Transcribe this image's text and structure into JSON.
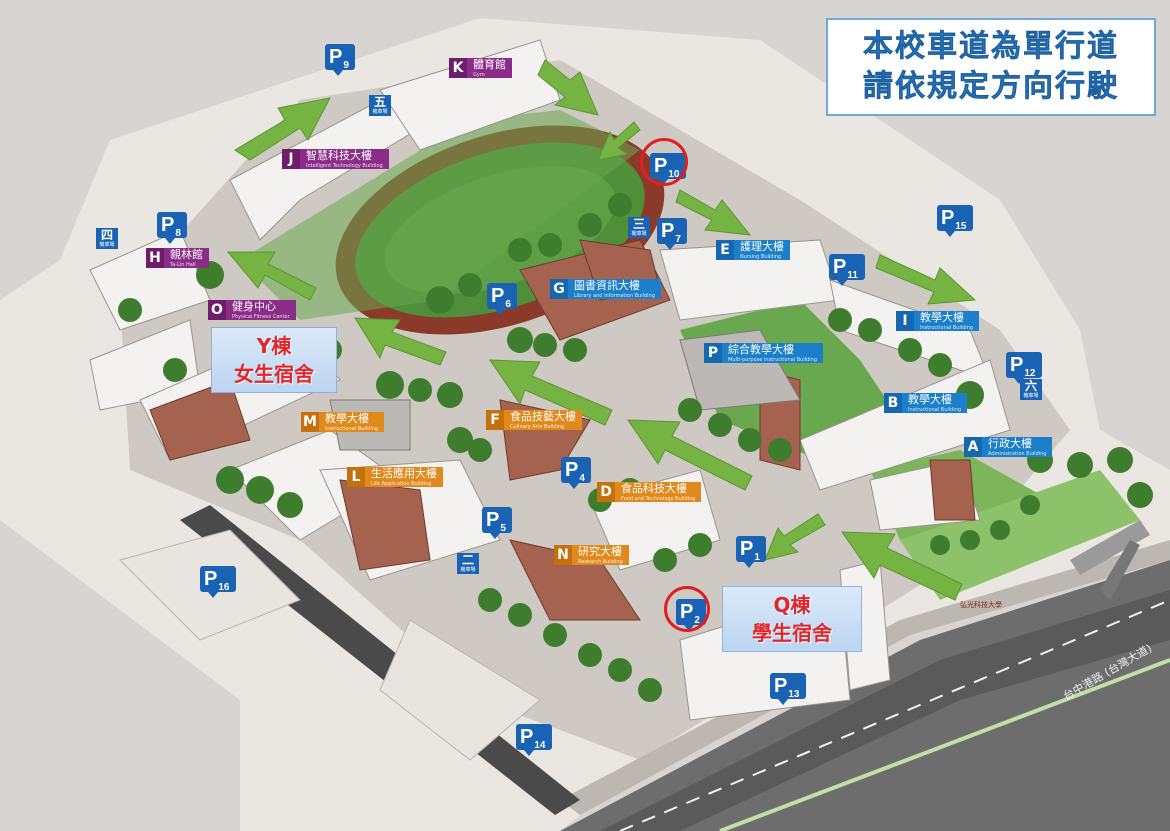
{
  "notice": {
    "line1": "本校車道為單行道",
    "line2": "請依規定方向行駛"
  },
  "colors": {
    "arrow": "#75b443",
    "parking": "#1a63b4",
    "purple": "#8b2d88",
    "blue": "#1b7fc9",
    "orange": "#e08a1e",
    "dorm_text": "#e0262a"
  },
  "parking": [
    {
      "id": "p1",
      "num": "1"
    },
    {
      "id": "p2",
      "num": "2"
    },
    {
      "id": "p4",
      "num": "4"
    },
    {
      "id": "p5",
      "num": "5"
    },
    {
      "id": "p6",
      "num": "6"
    },
    {
      "id": "p7",
      "num": "7"
    },
    {
      "id": "p8",
      "num": "8"
    },
    {
      "id": "p9",
      "num": "9"
    },
    {
      "id": "p10",
      "num": "10"
    },
    {
      "id": "p11",
      "num": "11"
    },
    {
      "id": "p12",
      "num": "12"
    },
    {
      "id": "p13",
      "num": "13"
    },
    {
      "id": "p14",
      "num": "14"
    },
    {
      "id": "p15",
      "num": "15"
    },
    {
      "id": "p16",
      "num": "16"
    }
  ],
  "parking_letter": "P",
  "buildings": {
    "K": {
      "code": "K",
      "name": "體育館",
      "sub": "Gym"
    },
    "J": {
      "code": "J",
      "name": "智慧科技大樓",
      "sub": "Intelligent Technology Building"
    },
    "H": {
      "code": "H",
      "name": "親林館",
      "sub": "Ta-Lin Hall"
    },
    "O": {
      "code": "O",
      "name": "健身中心",
      "sub": "Physical Fitness Center"
    },
    "G": {
      "code": "G",
      "name": "圖書資訊大樓",
      "sub": "Library and Information Building"
    },
    "E": {
      "code": "E",
      "name": "護理大樓",
      "sub": "Nursing Building"
    },
    "I": {
      "code": "I",
      "name": "教學大樓",
      "sub": "Instructional Building"
    },
    "P": {
      "code": "P",
      "name": "綜合教學大樓",
      "sub": "Multi-purpose Instructional Building"
    },
    "B": {
      "code": "B",
      "name": "教學大樓",
      "sub": "Instructional Building"
    },
    "A": {
      "code": "A",
      "name": "行政大樓",
      "sub": "Administration Building"
    },
    "M": {
      "code": "M",
      "name": "教學大樓",
      "sub": "Instructional Building"
    },
    "F": {
      "code": "F",
      "name": "食品技藝大樓",
      "sub": "Culinary Arts Building"
    },
    "L": {
      "code": "L",
      "name": "生活應用大樓",
      "sub": "Life Application Building"
    },
    "D": {
      "code": "D",
      "name": "食品科技大樓",
      "sub": "Food and Technology Building"
    },
    "N": {
      "code": "N",
      "name": "研究大樓",
      "sub": "Research Building"
    }
  },
  "lots": {
    "five": {
      "c": "五",
      "s": "機車場"
    },
    "four": {
      "c": "四",
      "s": "機車場"
    },
    "three": {
      "c": "三",
      "s": "機車場"
    },
    "six": {
      "c": "六",
      "s": "機車場"
    },
    "two": {
      "c": "二",
      "s": "機車場"
    }
  },
  "dorms": {
    "y": {
      "line1": "Y棟",
      "line2": "女生宿舍"
    },
    "q": {
      "line1": "Q棟",
      "line2": "學生宿舍"
    }
  },
  "sign": "弘光科技大學",
  "road": "台中港路 (台灣大道)"
}
